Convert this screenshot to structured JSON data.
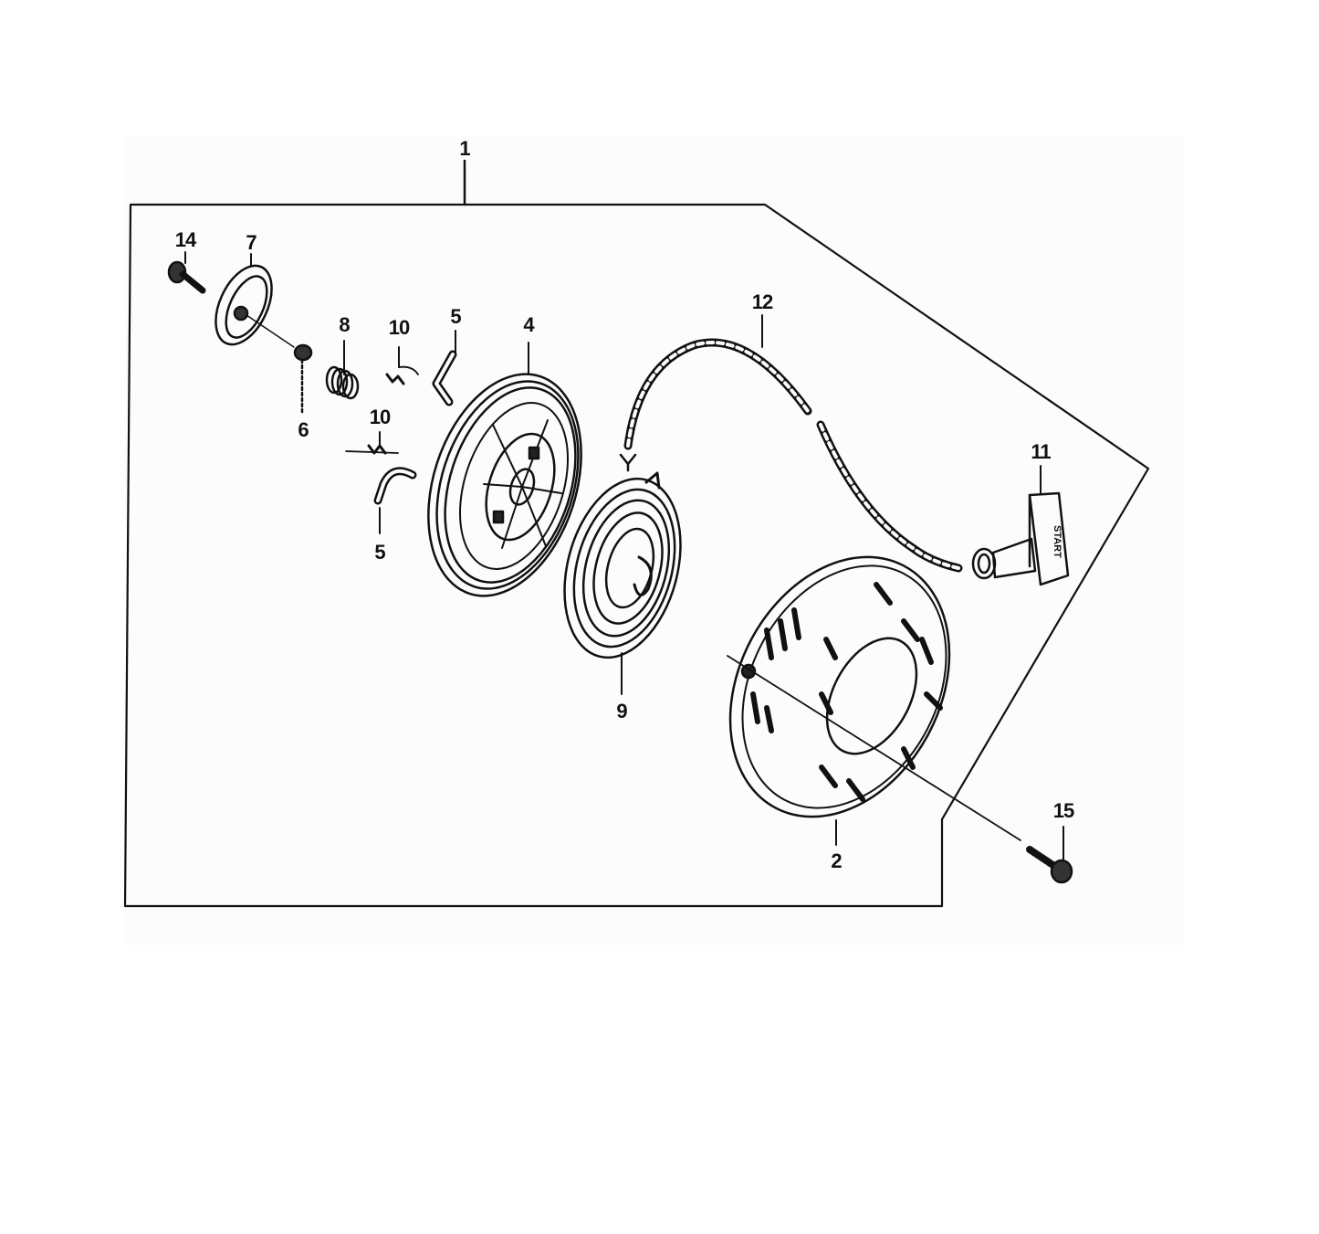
{
  "diagram": {
    "type": "exploded-parts-diagram",
    "subject": "recoil starter assembly",
    "colors": {
      "ink": "#111111",
      "background": "#ffffff",
      "panel": "#fcfcfc"
    },
    "assembly_callout": {
      "label": "1"
    },
    "parts": [
      {
        "id": "p14",
        "label": "14",
        "name": "bolt"
      },
      {
        "id": "p7",
        "label": "7",
        "name": "ratchet-guide"
      },
      {
        "id": "p6",
        "label": "6",
        "name": "nut-pin"
      },
      {
        "id": "p8",
        "label": "8",
        "name": "friction-spring"
      },
      {
        "id": "p10a",
        "label": "10",
        "name": "ratchet-spring"
      },
      {
        "id": "p5a",
        "label": "5",
        "name": "ratchet"
      },
      {
        "id": "p4",
        "label": "4",
        "name": "reel"
      },
      {
        "id": "p10b",
        "label": "10",
        "name": "ratchet-spring"
      },
      {
        "id": "p5b",
        "label": "5",
        "name": "ratchet"
      },
      {
        "id": "p12",
        "label": "12",
        "name": "starter-rope"
      },
      {
        "id": "p9",
        "label": "9",
        "name": "recoil-spring"
      },
      {
        "id": "p11",
        "label": "11",
        "name": "starter-grip"
      },
      {
        "id": "p2",
        "label": "2",
        "name": "starter-case"
      },
      {
        "id": "p15",
        "label": "15",
        "name": "flange-bolt"
      }
    ],
    "grip_text": "START"
  }
}
